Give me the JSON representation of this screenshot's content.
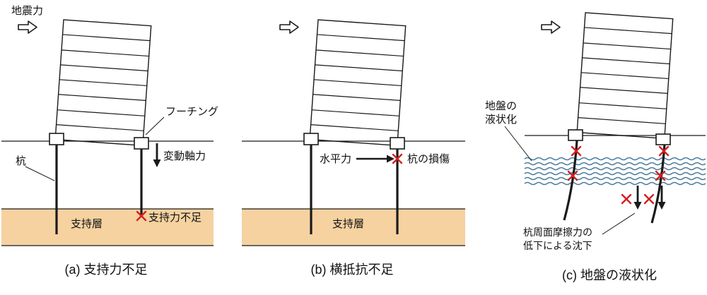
{
  "colors": {
    "ink": "#1a1a1a",
    "bearing_layer": "#f5d2a0",
    "liquefaction_wave": "#4e7d9c",
    "failure_red": "#d42020"
  },
  "panel_a": {
    "caption": "(a) 支持力不足",
    "seismic_force": "地震力",
    "footing": "フーチング",
    "variable_axial_force": "変動軸力",
    "pile": "杭",
    "bearing_layer": "支持層",
    "bearing_capacity_shortage": "支持力不足"
  },
  "panel_b": {
    "caption": "(b) 横抵抗不足",
    "horizontal_force": "水平力",
    "pile_damage": "杭の損傷",
    "bearing_layer": "支持層"
  },
  "panel_c": {
    "caption": "(c) 地盤の液状化",
    "liquefaction_label_line1": "地盤の",
    "liquefaction_label_line2": "液状化",
    "settlement_label_line1": "杭周面摩擦力の",
    "settlement_label_line2": "低下による沈下"
  }
}
